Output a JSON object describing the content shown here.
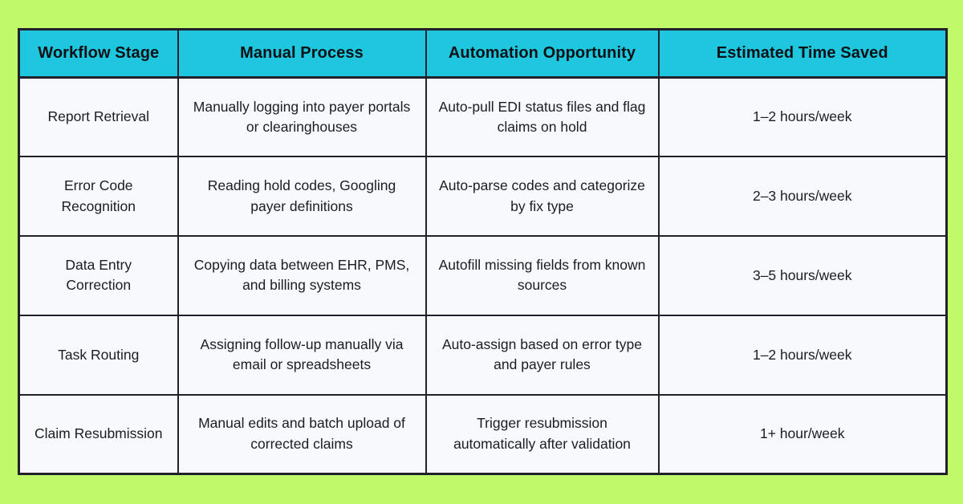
{
  "theme": {
    "page_background": "#c0f96a",
    "header_background": "#1ec7dd",
    "cell_background": "#f7f9fc",
    "border_color": "#22202a",
    "header_text_color": "#0d1117",
    "cell_text_color": "#1c1c24"
  },
  "table": {
    "columns": [
      "Workflow Stage",
      "Manual Process",
      "Automation Opportunity",
      "Estimated Time Saved"
    ],
    "rows": [
      {
        "stage": "Report Retrieval",
        "manual": "Manually logging into payer portals or clearinghouses",
        "automation": "Auto-pull EDI status files and flag claims on hold",
        "time_saved": "1–2 hours/week"
      },
      {
        "stage": "Error Code Recognition",
        "manual": "Reading hold codes, Googling payer definitions",
        "automation": "Auto-parse codes and categorize by fix type",
        "time_saved": "2–3 hours/week"
      },
      {
        "stage": "Data Entry Correction",
        "manual": "Copying data between EHR, PMS, and billing systems",
        "automation": "Autofill missing fields from known sources",
        "time_saved": "3–5 hours/week"
      },
      {
        "stage": "Task Routing",
        "manual": "Assigning follow-up manually via email or spreadsheets",
        "automation": "Auto-assign based on error type and payer rules",
        "time_saved": "1–2 hours/week"
      },
      {
        "stage": "Claim Resubmission",
        "manual": "Manual edits and batch upload of corrected claims",
        "automation": "Trigger resubmission automatically after validation",
        "time_saved": "1+ hour/week"
      }
    ]
  }
}
